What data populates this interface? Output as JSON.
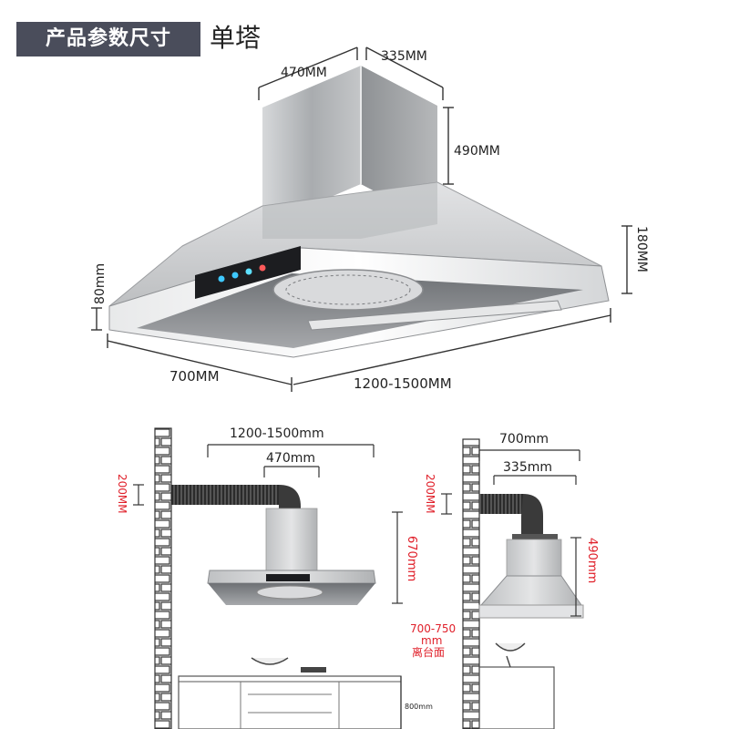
{
  "header": {
    "badge": "产品参数尺寸",
    "subtitle": "单塔"
  },
  "top_view": {
    "dims": {
      "chimney_width": "470MM",
      "chimney_depth": "335MM",
      "chimney_height": "490MM",
      "hood_height": "180MM",
      "front_height": "80mm",
      "depth": "700MM",
      "width": "1200-1500MM"
    }
  },
  "front_view": {
    "dims": {
      "width": "1200-1500mm",
      "chimney_width": "470mm",
      "duct_height": "200MM",
      "total_height": "670mm",
      "clearance_value": "700-750",
      "clearance_unit": "mm",
      "clearance_label": "离台面",
      "counter_height": "800mm"
    }
  },
  "side_view": {
    "dims": {
      "depth": "700mm",
      "chimney_depth": "335mm",
      "duct_height": "200MM",
      "chimney_height": "490mm"
    }
  },
  "colors": {
    "accent_red": "#e0202a",
    "badge_bg": "#4a4d5b",
    "steel": "#c8cacc"
  }
}
